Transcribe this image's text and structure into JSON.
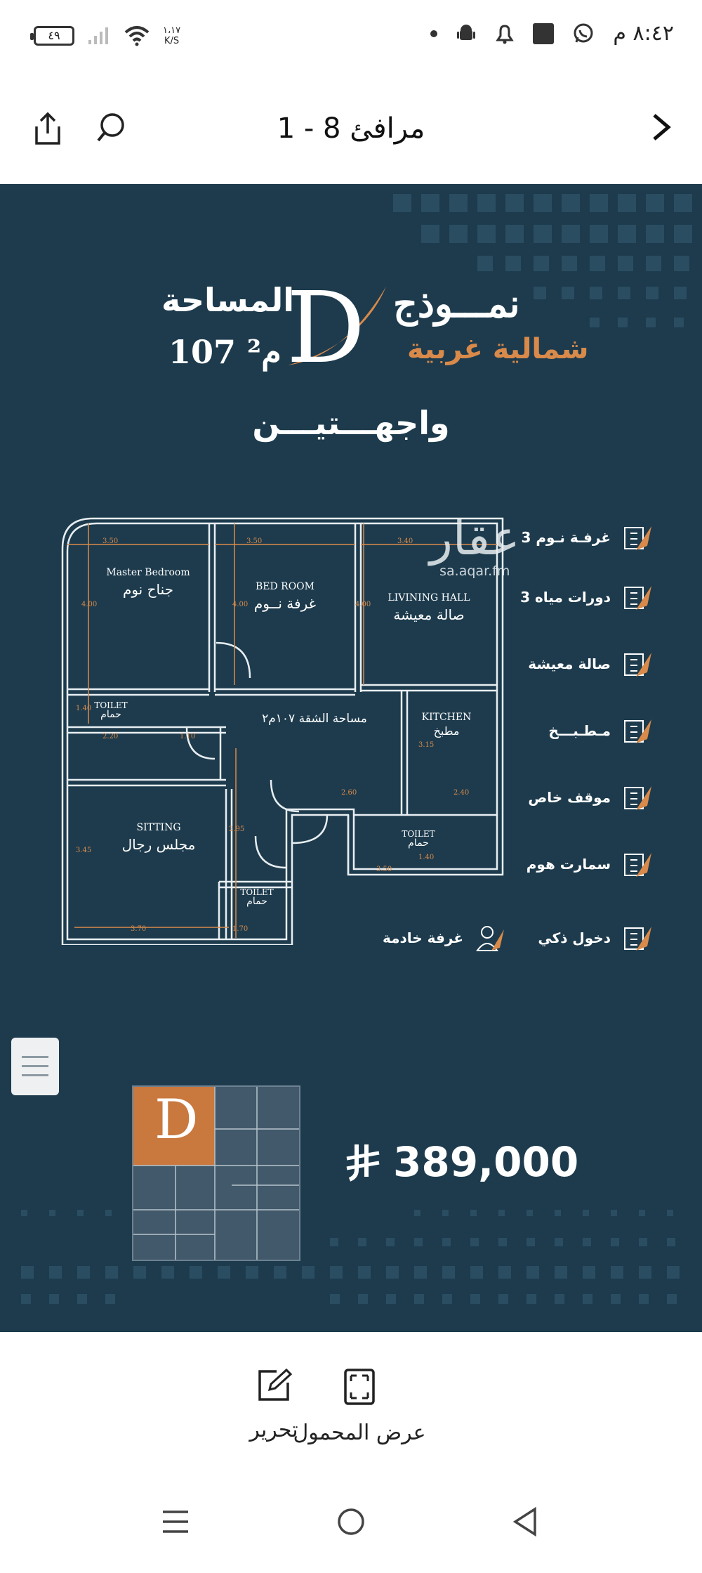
{
  "status_bar": {
    "time": "٨:٤٢ م",
    "battery": "٤٩",
    "net_speed": "١،١٧",
    "net_unit": "K/S"
  },
  "app_bar": {
    "title": "مرافئ 8 - 1"
  },
  "listing": {
    "model_label": "نمـــوذج",
    "model_letter": "D",
    "orientation": "شمالية غربية",
    "area_label": "المساحة",
    "area_value": "107 م²",
    "facades": "واجهـــتيـــن",
    "price": "389,000",
    "currency_symbol": "⃁"
  },
  "floor_plan": {
    "rooms": [
      {
        "en": "Master Bedroom",
        "ar": "جناح نوم"
      },
      {
        "en": "BED ROOM",
        "ar": "غرفة نــوم"
      },
      {
        "en": "LIVINING HALL",
        "ar": "صالة معيشة"
      },
      {
        "en": "TOILET",
        "ar": "حمام"
      },
      {
        "en": "KITCHEN",
        "ar": "مطبخ"
      },
      {
        "en": "SITTING",
        "ar": "مجلس رجال"
      },
      {
        "en": "TOILET",
        "ar": "حمام"
      },
      {
        "en": "TOILET",
        "ar": "حمام"
      }
    ],
    "apartment_area": "مساحة الشقة ١٠٧م٢",
    "dimensions": [
      "3.50",
      "3.50",
      "3.40",
      "4.00",
      "4.00",
      "4.00",
      "1.40",
      "2.20",
      "1.10",
      "2.60",
      "2.40",
      "3.15",
      "3.45",
      "2.95",
      "1.40",
      "3.50",
      "3.70",
      "1.70"
    ]
  },
  "features": [
    {
      "label": "3 غرفـة نـوم",
      "icon": "bed-icon"
    },
    {
      "label": "3 دورات مياه",
      "icon": "toilet-icon"
    },
    {
      "label": "صالة معيشة",
      "icon": "sofa-icon"
    },
    {
      "label": "مـطـبـــخ",
      "icon": "kitchen-icon"
    },
    {
      "label": "موقف خاص",
      "icon": "car-icon"
    },
    {
      "label": "سمارت هوم",
      "icon": "smart-home-icon"
    },
    {
      "label": "دخول ذكي",
      "icon": "smart-lock-icon"
    },
    {
      "label": "غرفة خادمة",
      "icon": "maid-icon"
    }
  ],
  "watermark": {
    "logo": "عقار",
    "url": "sa.aqar.fm"
  },
  "toolbar": {
    "view_portable": "عرض المحمول",
    "edit": "تحرير"
  },
  "colors": {
    "background": "#1d3b4d",
    "accent": "#d98a4a"
  }
}
